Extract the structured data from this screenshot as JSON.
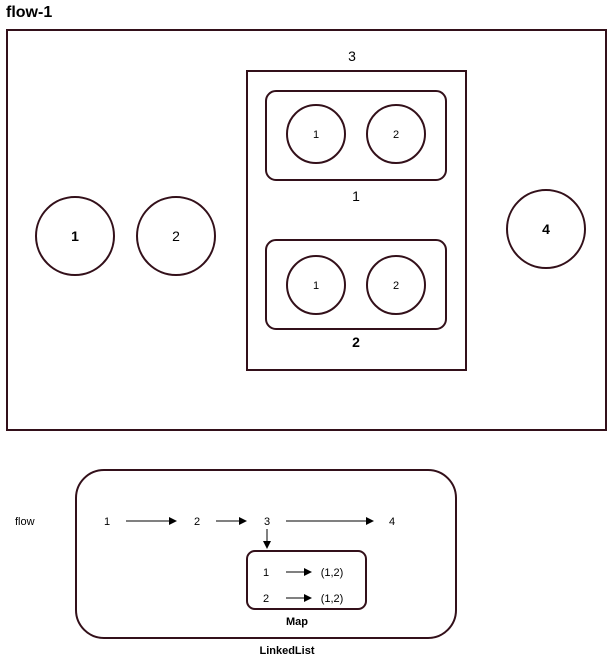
{
  "title": "flow-1",
  "top": {
    "left_nodes": [
      "1",
      "2"
    ],
    "container_label": "3",
    "inner_groups": [
      {
        "label": "1",
        "nodes": [
          "1",
          "2"
        ]
      },
      {
        "label": "2",
        "nodes": [
          "1",
          "2"
        ]
      }
    ],
    "right_node": "4"
  },
  "bottom": {
    "row_label": "flow",
    "flow_nodes": [
      "1",
      "2",
      "3",
      "4"
    ],
    "map_entries": [
      {
        "key": "1",
        "value": "(1,2)"
      },
      {
        "key": "2",
        "value": "(1,2)"
      }
    ],
    "map_label": "Map",
    "outer_label": "LinkedList"
  },
  "colors": {
    "stroke": "#33101a"
  }
}
